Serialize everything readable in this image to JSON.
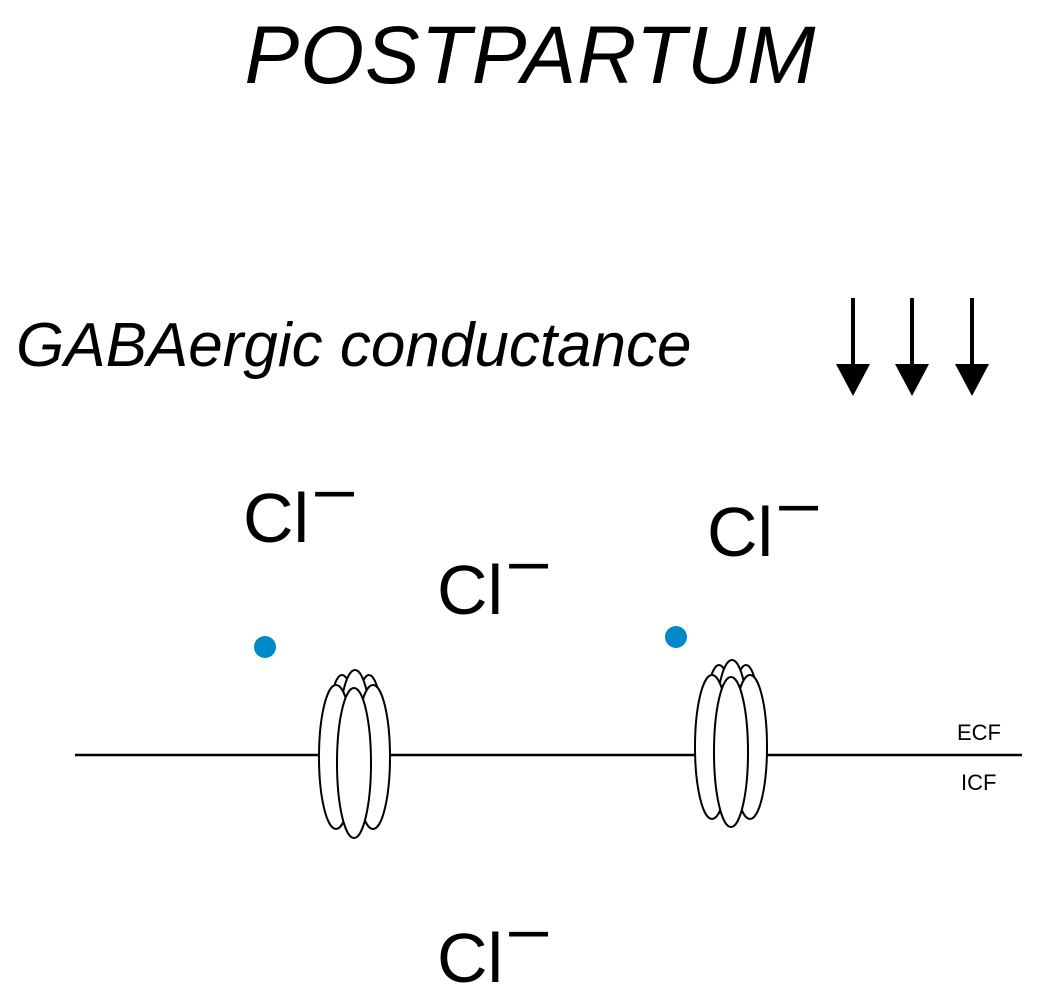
{
  "title": "POSTPARTUM",
  "subtitle": "GABAergic conductance",
  "conductance_arrows": [
    "down-arrow-icon",
    "down-arrow-icon",
    "down-arrow-icon"
  ],
  "ions": {
    "label": "Cl",
    "charge": "‒"
  },
  "compartments": {
    "outside": "ECF",
    "inside": "ICF"
  },
  "colors": {
    "gaba_dot": "#0088c8",
    "ink": "#000000",
    "background": "#ffffff"
  }
}
